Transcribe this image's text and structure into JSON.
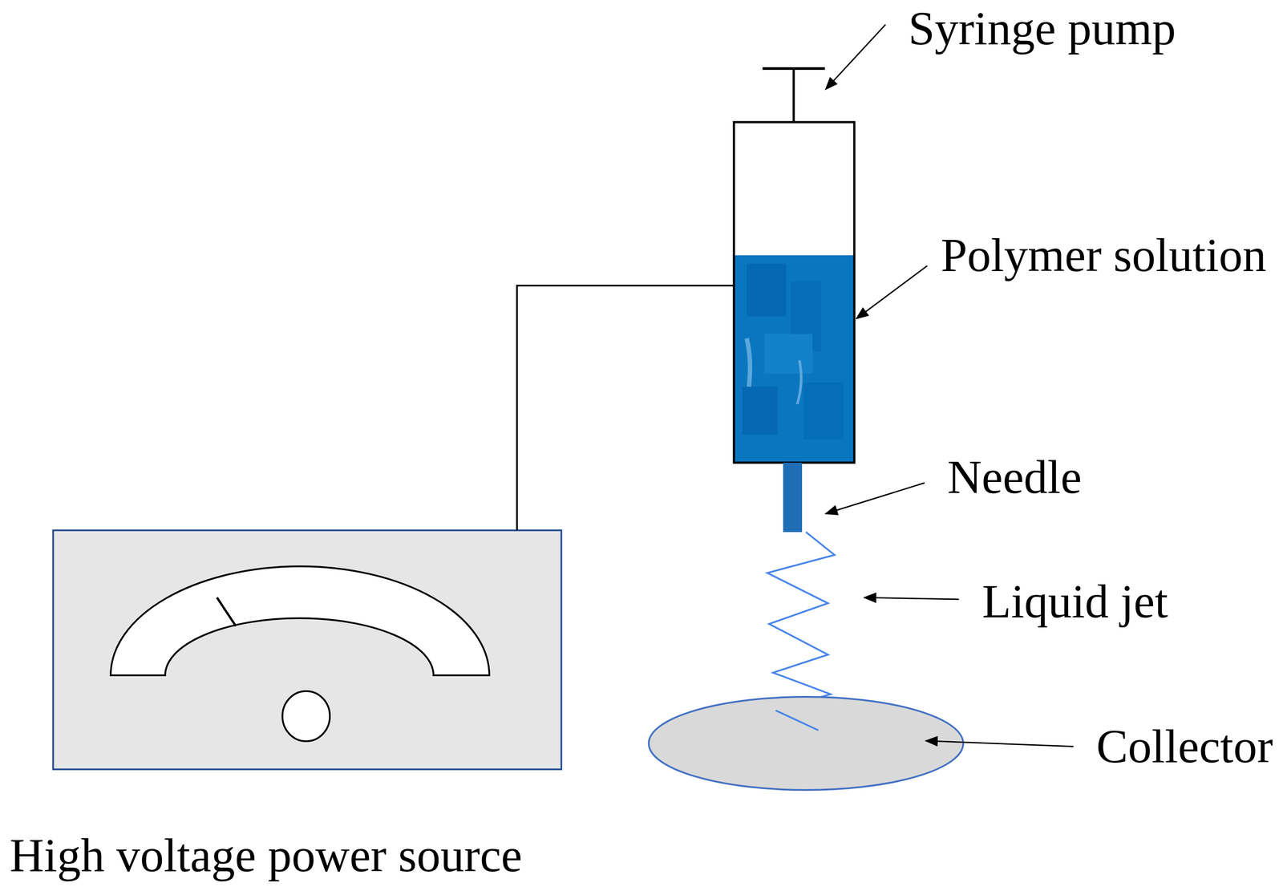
{
  "diagram": {
    "nodes": [
      {
        "text": [
          "High voltage power source"
        ]
      }
    ],
    "labels": [
      "Syringe pump",
      "Polymer solution",
      "Needle",
      "Liquid jet",
      "Collector"
    ]
  }
}
